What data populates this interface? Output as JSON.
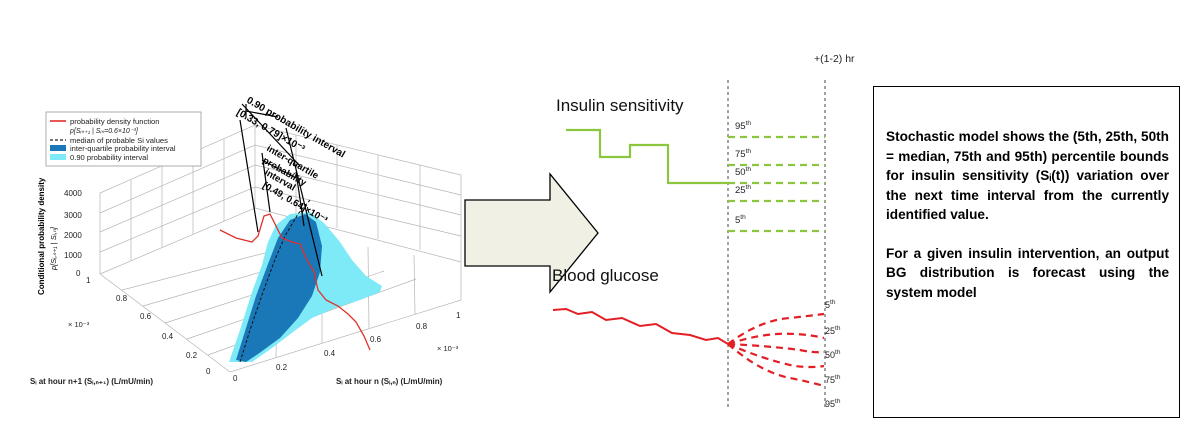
{
  "plot3d": {
    "legend": [
      {
        "label": "probability density function",
        "color": "#e0302a",
        "kind": "line"
      },
      {
        "label": "p[Sᵢₙ₊₁ | Sᵢₙ=0.6×10⁻³]",
        "color": "#e0302a",
        "kind": "none"
      },
      {
        "label": "median of probable Si values",
        "color": "#222222",
        "kind": "dash"
      },
      {
        "label": "inter-quartile probability interval",
        "color": "#1a77b8",
        "kind": "box"
      },
      {
        "label": "0.90 probability interval",
        "color": "#7eeaf7",
        "kind": "box"
      }
    ],
    "annotations": {
      "ci90_title": "0.90 probability interval",
      "ci90_range": "[0.33, 0.79]×10⁻³",
      "iq_title_1": "inter-quartile",
      "iq_title_2": "probability",
      "iq_title_3": "interval",
      "iq_range": "[0.49, 0.64]×10⁻³"
    },
    "zlabel_1": "Conditional probability density",
    "zlabel_2": "p[Sᵢ,ₙ₊₁ | Sᵢ,ₙ]",
    "z_ticks": [
      "4000",
      "3000",
      "2000",
      "1000",
      "0"
    ],
    "ylabel": "Sᵢ at hour n+1 (Sᵢ,ₙ₊₁) (L/mU/min)",
    "y_ticks": [
      "1",
      "0.8",
      "0.6",
      "0.4",
      "0.2",
      "0"
    ],
    "y_exp": "× 10⁻³",
    "xlabel": "Sᵢ at hour n (Sᵢ,ₙ) (L/mU/min)",
    "x_ticks": [
      "0",
      "0.2",
      "0.4",
      "0.6",
      "0.8",
      "1"
    ],
    "x_exp": "× 10⁻³"
  },
  "arrow_color": "#f0f0e4",
  "timeline": {
    "horizon_label": "+(1-2) hr",
    "insulin_title": "Insulin sensitivity",
    "insulin_color": "#8cc63f",
    "insulin_percentiles": [
      {
        "base": "95",
        "sup": "th"
      },
      {
        "base": "75",
        "sup": "th"
      },
      {
        "base": "50",
        "sup": "th"
      },
      {
        "base": "25",
        "sup": "th"
      },
      {
        "base": "5",
        "sup": "th"
      }
    ],
    "glucose_title": "Blood glucose",
    "glucose_color": "#e31e24",
    "glucose_percentiles": [
      {
        "base": "5",
        "sup": "th"
      },
      {
        "base": "25",
        "sup": "th"
      },
      {
        "base": "50",
        "sup": "th"
      },
      {
        "base": "75",
        "sup": "th"
      },
      {
        "base": "95",
        "sup": "th"
      }
    ]
  },
  "info": {
    "p1": "Stochastic model shows the (5th, 25th, 50th = median, 75th and 95th) percentile bounds for insulin sensitivity (Sᵢ(t)) variation over the next time interval from the currently identified value.",
    "p2": "For a given insulin intervention, an output BG distribution is forecast using the system model"
  }
}
